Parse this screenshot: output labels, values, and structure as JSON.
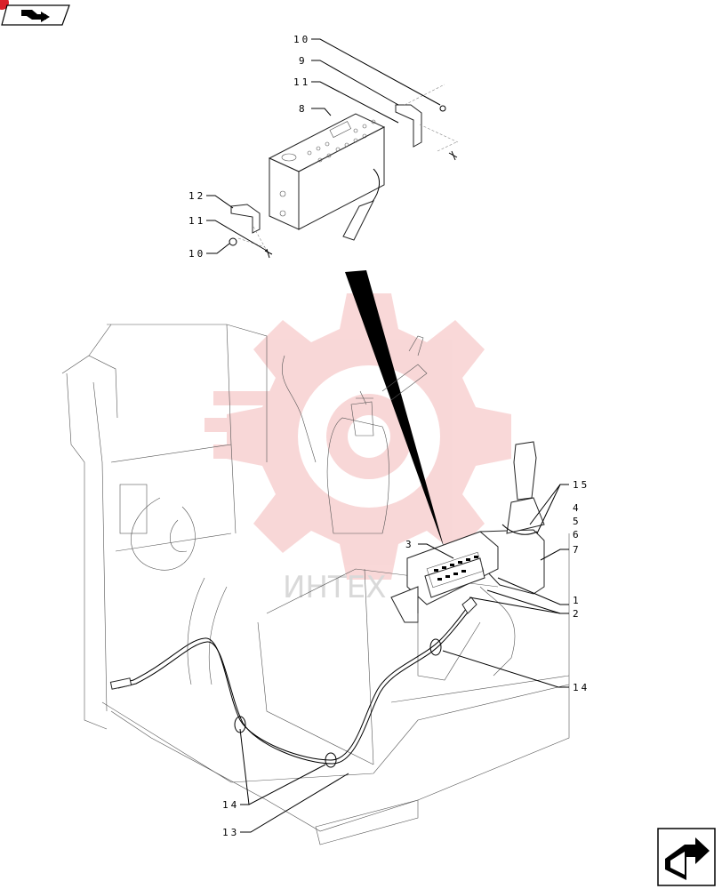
{
  "diagram": {
    "watermark": "ИНТЕХ",
    "callouts": [
      {
        "id": "c10a",
        "label": "10"
      },
      {
        "id": "c9",
        "label": "9"
      },
      {
        "id": "c11a",
        "label": "11"
      },
      {
        "id": "c8",
        "label": "8"
      },
      {
        "id": "c12",
        "label": "12"
      },
      {
        "id": "c11b",
        "label": "11"
      },
      {
        "id": "c10b",
        "label": "10"
      },
      {
        "id": "c15",
        "label": "15"
      },
      {
        "id": "c4",
        "label": "4"
      },
      {
        "id": "c5",
        "label": "5"
      },
      {
        "id": "c6",
        "label": "6"
      },
      {
        "id": "c7",
        "label": "7"
      },
      {
        "id": "c3",
        "label": "3"
      },
      {
        "id": "c1",
        "label": "1"
      },
      {
        "id": "c2",
        "label": "2"
      },
      {
        "id": "c14a",
        "label": "14"
      },
      {
        "id": "c14b",
        "label": "14"
      },
      {
        "id": "c13",
        "label": "13"
      }
    ],
    "icons": {
      "top_left": "prev-page-arrow-icon",
      "bottom_right": "next-page-arrow-icon"
    },
    "colors": {
      "watermark": "#f4b8b8",
      "lines": "#000000"
    }
  }
}
